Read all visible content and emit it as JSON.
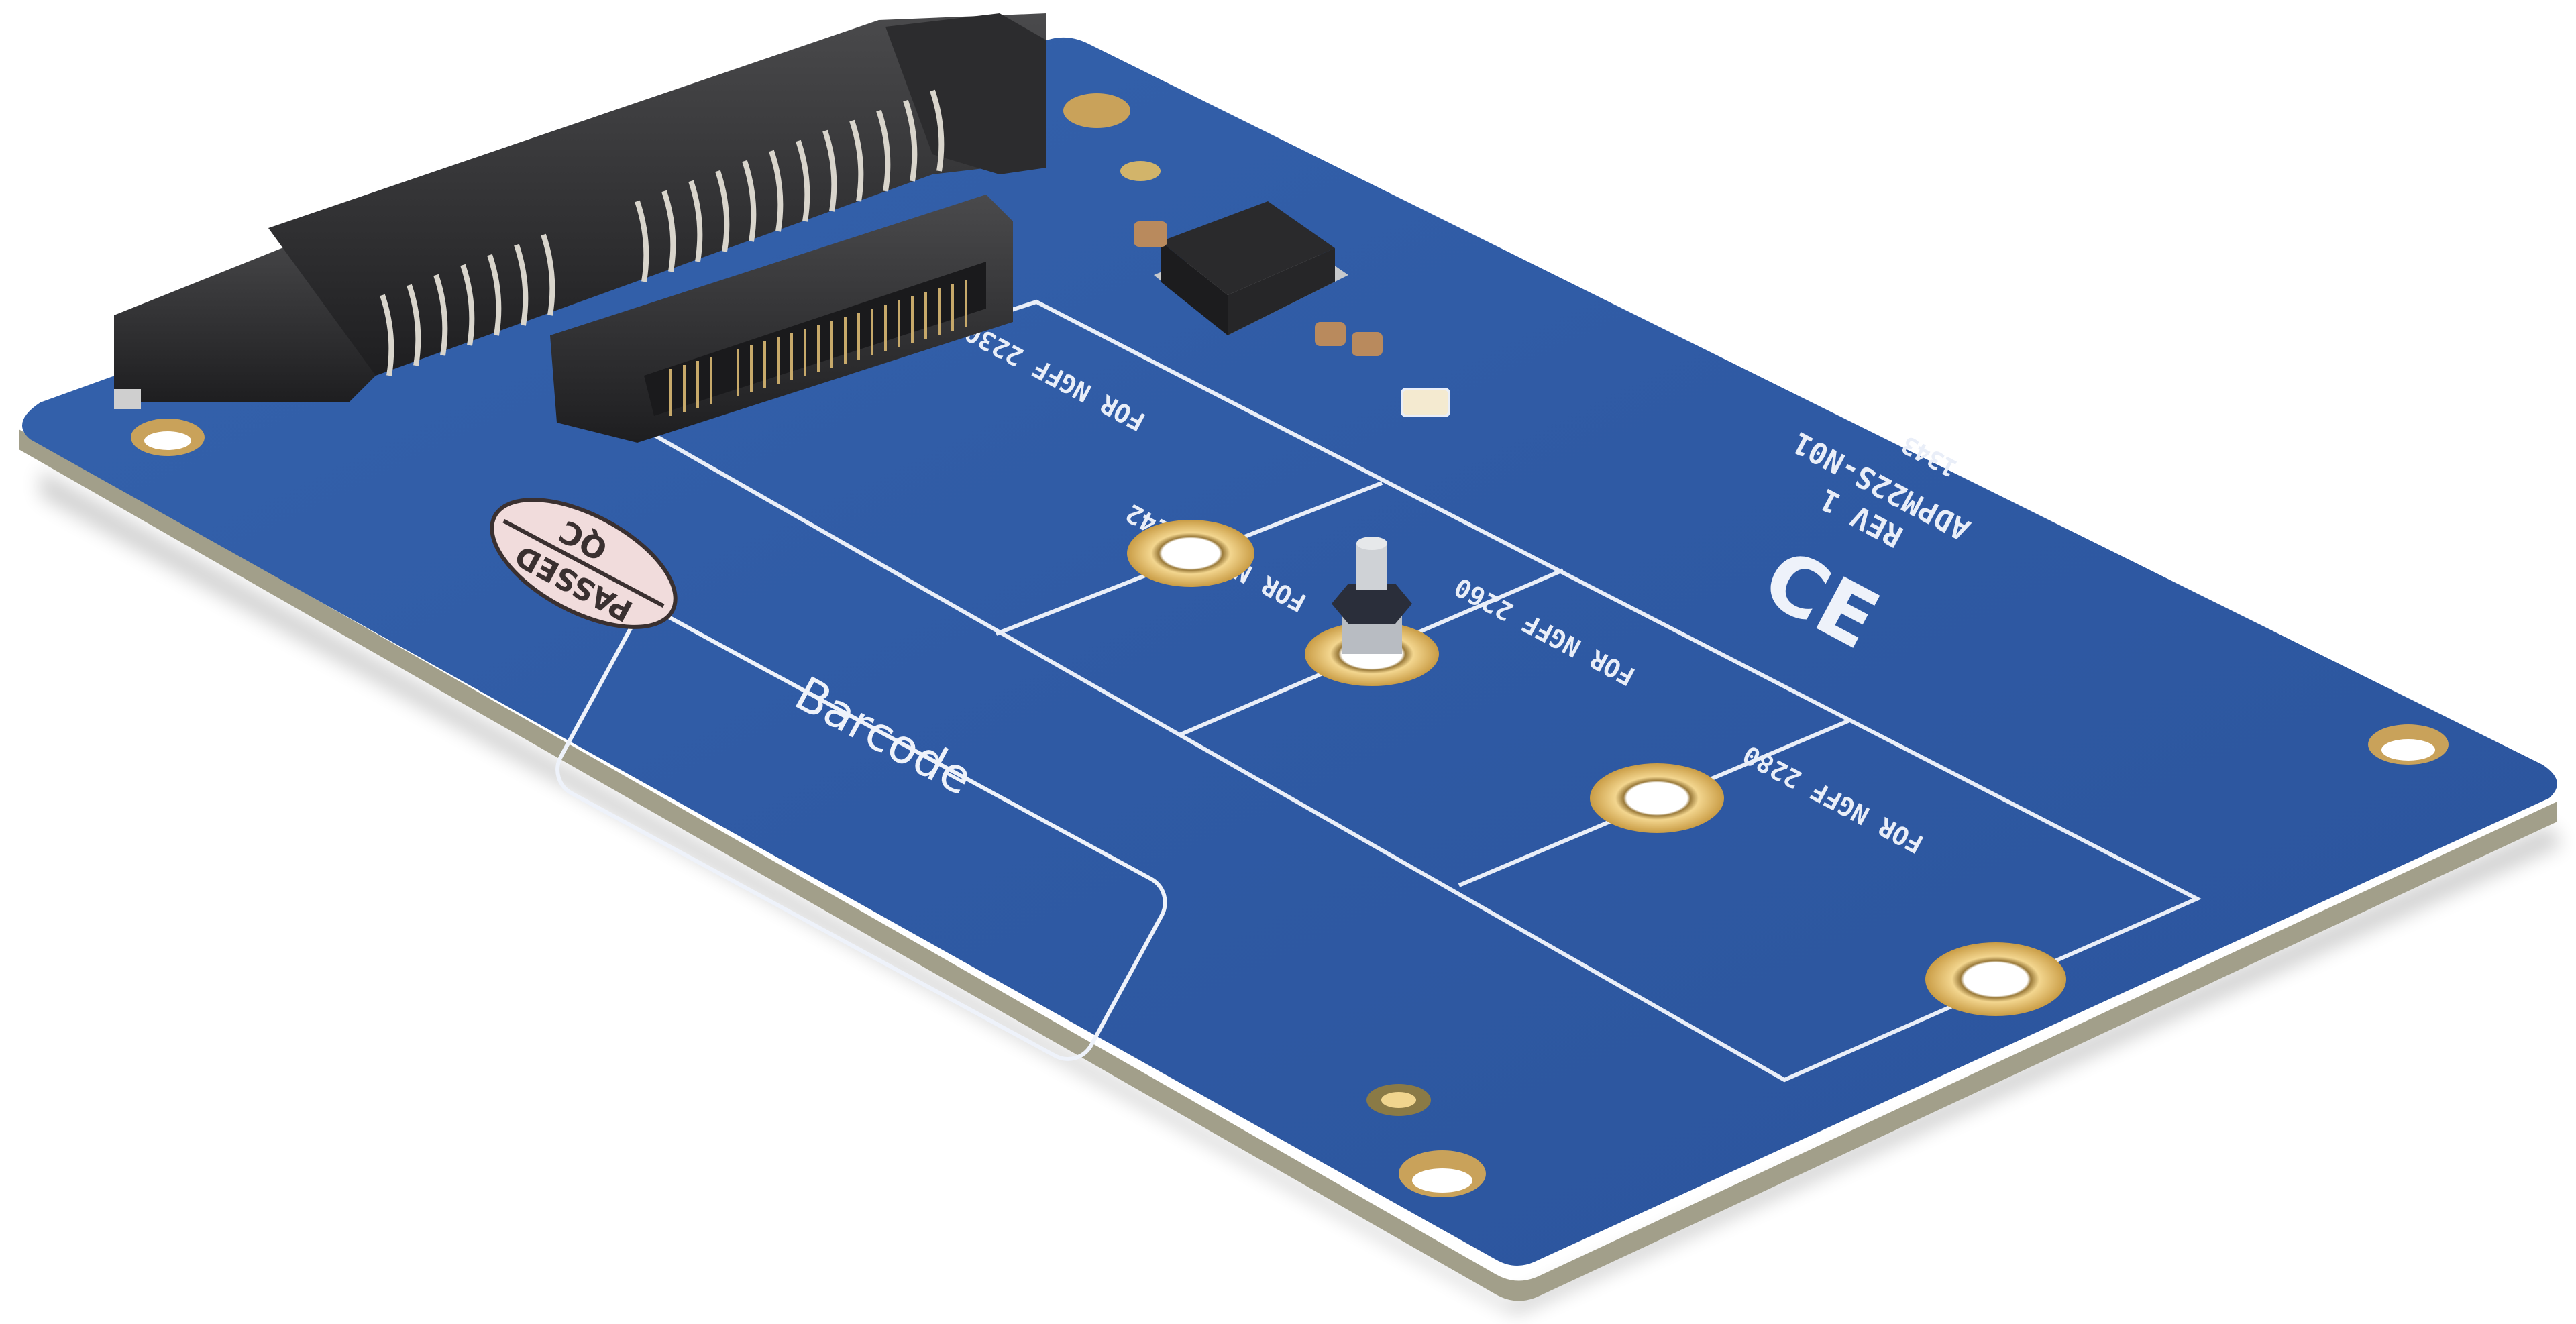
{
  "image": {
    "subject": "M.2 NGFF SSD to 2.5 inch SATA adapter board",
    "background_color": "#ffffff",
    "board_color": "#2f5aa6",
    "board_edge_color": "#9c9a86",
    "silkscreen_color": "#eef2fa",
    "gold_color": "#d8b56a"
  },
  "silkscreen": {
    "model": "ADPM22S-N01",
    "revision": "REV 1",
    "date_code": "1343",
    "ce_mark": "CE",
    "barcode_label": "Barcode",
    "qc_stamp": {
      "top": "QC",
      "bottom": "PASSED"
    },
    "slots": [
      {
        "label": "FOR NGFF 2230"
      },
      {
        "label": "FOR NGFF 2242"
      },
      {
        "label": "FOR NGFF 2260"
      },
      {
        "label": "FOR NGFF 2280"
      }
    ]
  },
  "components": {
    "sata_connector": "22-pin SATA connector (7-pin data + 15-pin power)",
    "m2_socket": "M.2 NGFF socket",
    "inductor": "power inductor",
    "led": "status LED",
    "standoff": "M.2 mounting standoff screw"
  }
}
